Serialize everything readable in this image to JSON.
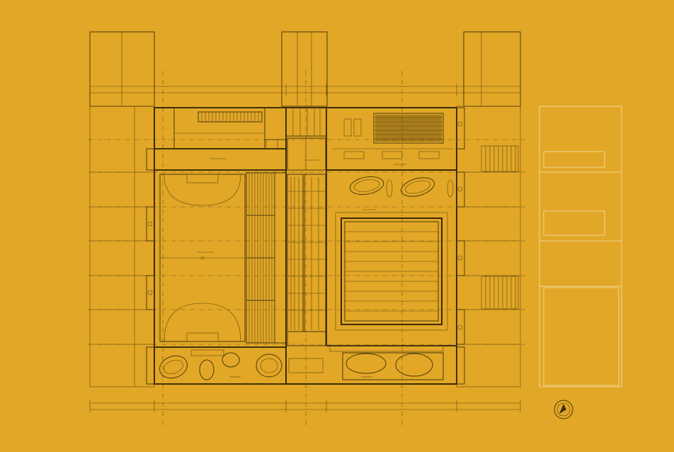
{
  "colors": {
    "background": "#e2a726",
    "line": "#3a2b05",
    "pale_outline": "#f0d596"
  },
  "figure": {
    "type": "architectural floor plan",
    "style": "black linework on yellow-orange background",
    "north_arrow": "circle-symbol",
    "room_labels_legible": false
  }
}
